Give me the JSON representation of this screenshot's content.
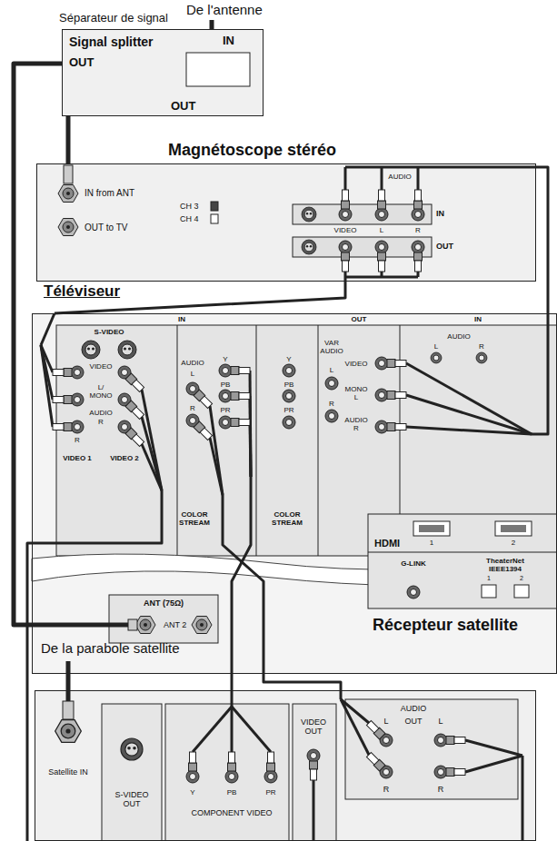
{
  "diagram": {
    "nodes": [
      {
        "text": [
          "Séparateur de signal",
          "Signal splitter",
          "IN",
          "OUT",
          "OUT"
        ]
      },
      {
        "text": [
          "Magnétoscope stéréo",
          "IN from ANT",
          "OUT to TV",
          "CH 3",
          "CH 4",
          "VIDEO",
          "AUDIO",
          "L",
          "IN",
          "OUT",
          "R"
        ]
      },
      {
        "text": [
          "Téléviseur",
          "S-VIDEO",
          "IN",
          "VIDEO",
          "L/ MONO",
          "R",
          "AUDIO",
          "R",
          "VIDEO 1",
          "VIDEO 2",
          "Y",
          "L",
          "AUDIO",
          "R",
          "PB",
          "PR",
          "COLOR STREAM",
          "Y",
          "PB",
          "PR",
          "COLOR STREAM",
          "OUT",
          "VAR AUDIO",
          "L",
          "R",
          "VIDEO",
          "MONO",
          "L",
          "AUDIO",
          "R",
          "IN",
          "AUDIO",
          "L",
          "R",
          "HDMI",
          "1",
          "2",
          "G-LINK",
          "TheaterNet IEEE1394",
          "1",
          "2",
          "ANT (75Ω)",
          "ANT 2"
        ]
      },
      {
        "text": [
          "Récepteur satellite",
          "Satellite IN",
          "S-VIDEO OUT",
          "Y",
          "PB",
          "PR",
          "COMPONENT VIDEO",
          "VIDEO OUT",
          "AUDIO",
          "L",
          "OUT",
          "L",
          "R",
          "R"
        ]
      }
    ],
    "edges": [
      {
        "from": 0,
        "to": 2,
        "arrow": "none"
      },
      {
        "from": 0,
        "to": 1,
        "arrow": "none"
      },
      {
        "from": 1,
        "to": 2,
        "arrow": "none"
      },
      {
        "from": 2,
        "to": 1,
        "arrow": "none"
      },
      {
        "from": 3,
        "to": 2,
        "arrow": "none"
      },
      {
        "from": 3,
        "to": 2,
        "arrow": "none"
      }
    ],
    "labels": [
      "De l'antenne",
      "De la parabole satellite"
    ]
  }
}
